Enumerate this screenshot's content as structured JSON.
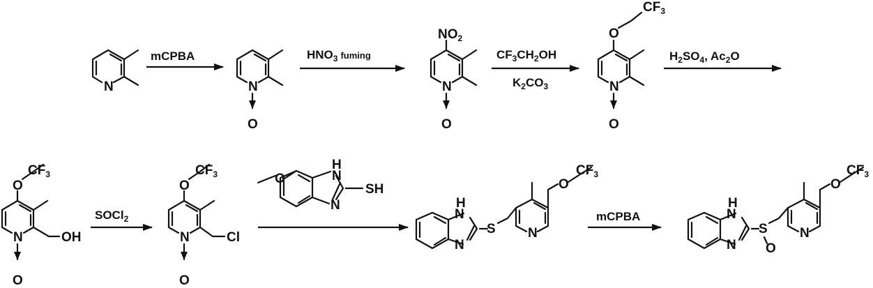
{
  "arrows": [
    {
      "above_main": "mCPBA",
      "above_sub": "",
      "below": ""
    },
    {
      "above_main": "HNO",
      "above_num": "3",
      "above_sub": "fuming",
      "below": ""
    },
    {
      "above_parts": [
        "CF",
        "3",
        "CH",
        "2",
        "OH"
      ],
      "below_parts": [
        "K",
        "2",
        "CO",
        "3"
      ]
    },
    {
      "above_parts": [
        "H",
        "2",
        "SO",
        "4",
        ", Ac",
        "2",
        "O"
      ]
    },
    {
      "above_parts": [
        "SOCl",
        "2"
      ]
    },
    {
      "above_main": "",
      "below": ""
    },
    {
      "above_main": "mCPBA"
    }
  ],
  "atoms": {
    "N": "N",
    "O": "O",
    "S": "S",
    "H": "H",
    "NH": "NH",
    "NO": "NO",
    "two": "2",
    "CF": "CF",
    "three": "3",
    "OH": "OH",
    "Cl": "Cl",
    "SH": "SH"
  }
}
